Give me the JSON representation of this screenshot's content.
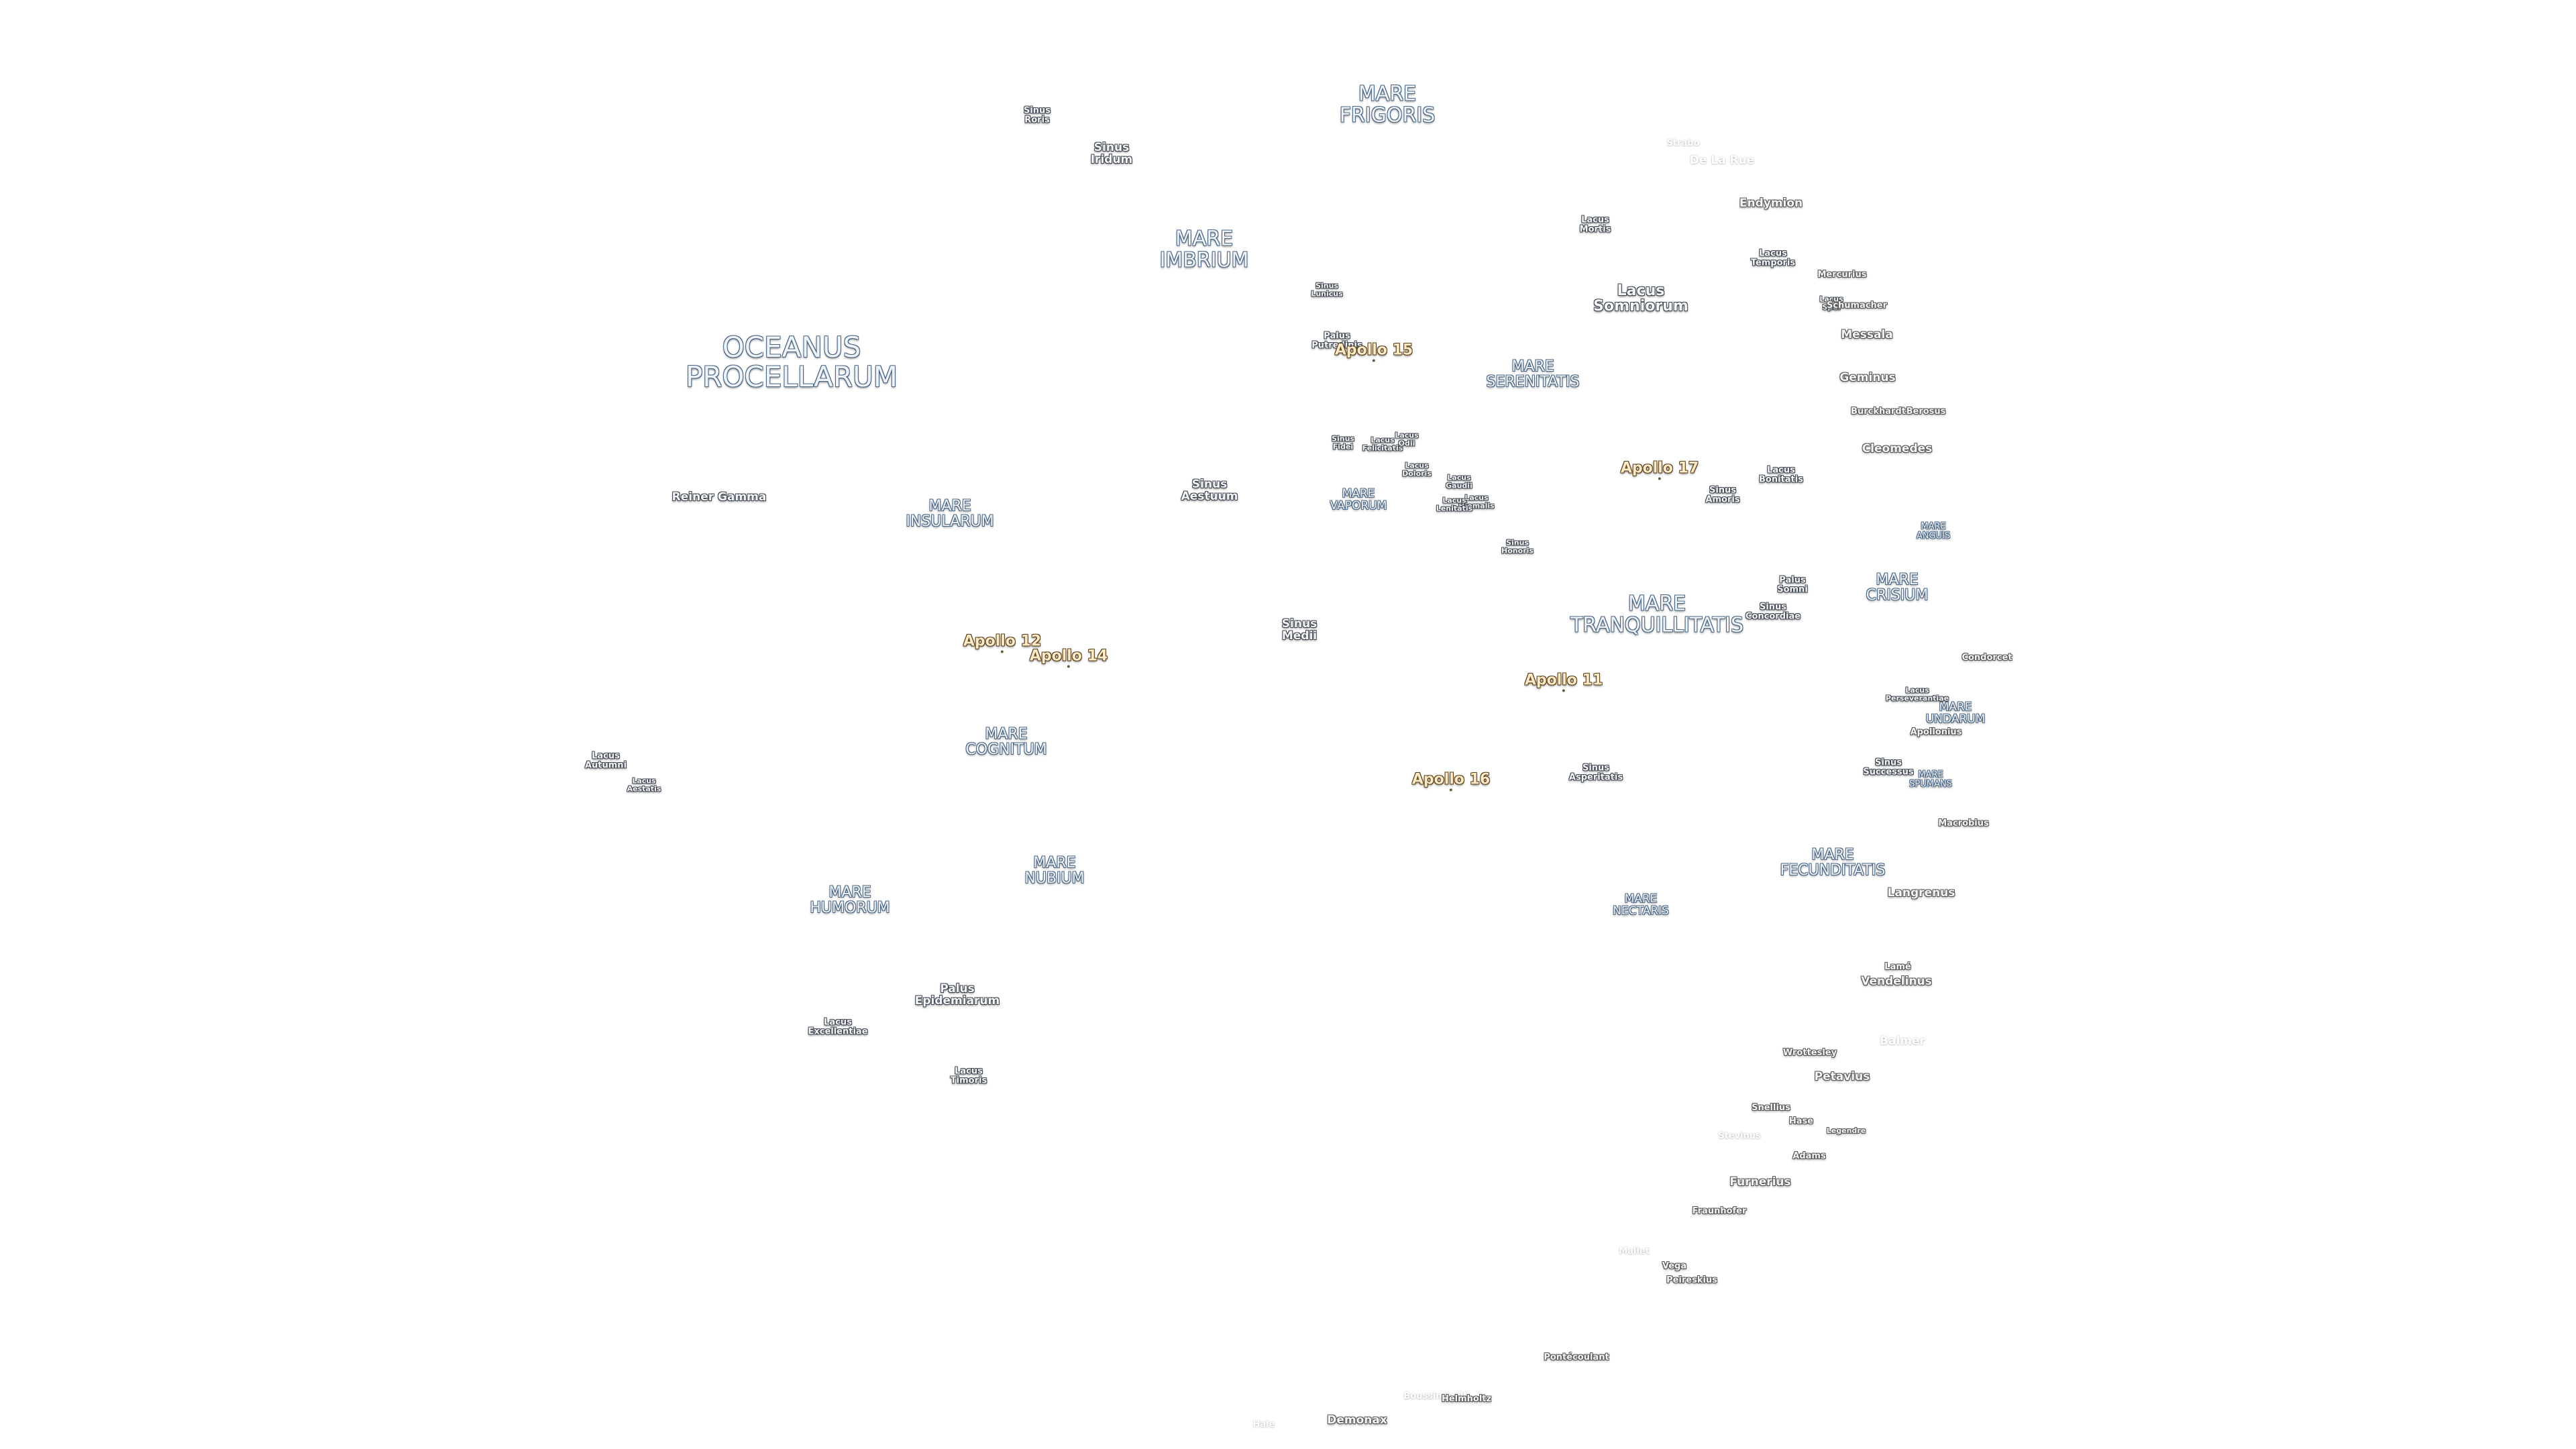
{
  "map": {
    "labels": [
      {
        "id": "oceanus-procellarum",
        "text": "OCEANUS\nPROCELLARUM",
        "kind": "mare",
        "size": "xl"
      },
      {
        "id": "mare-frigoris",
        "text": "MARE\nFRIGORIS",
        "kind": "mare",
        "size": "l"
      },
      {
        "id": "mare-imbrium",
        "text": "MARE\nIMBRIUM",
        "kind": "mare",
        "size": "l"
      },
      {
        "id": "mare-serenitatis",
        "text": "MARE\nSERENITATIS",
        "kind": "mare",
        "size": "m"
      },
      {
        "id": "mare-insularum",
        "text": "MARE\nINSULARUM",
        "kind": "mare",
        "size": "m"
      },
      {
        "id": "mare-vaporum",
        "text": "MARE\nVAPORUM",
        "kind": "mare",
        "size": "s"
      },
      {
        "id": "mare-tranquillitatis",
        "text": "MARE\nTRANQUILLITATIS",
        "kind": "mare",
        "size": "l"
      },
      {
        "id": "mare-crisium",
        "text": "MARE\nCRISIUM",
        "kind": "mare",
        "size": "m"
      },
      {
        "id": "mare-anguis",
        "text": "MARE\nANGUIS",
        "kind": "mare",
        "size": "xs"
      },
      {
        "id": "mare-undarum",
        "text": "MARE\nUNDARUM",
        "kind": "mare",
        "size": "s"
      },
      {
        "id": "mare-spumans",
        "text": "MARE\nSPUMANS",
        "kind": "mare",
        "size": "xs"
      },
      {
        "id": "mare-cognitum",
        "text": "MARE\nCOGNITUM",
        "kind": "mare",
        "size": "m"
      },
      {
        "id": "mare-nubium",
        "text": "MARE\nNUBIUM",
        "kind": "mare",
        "size": "m"
      },
      {
        "id": "mare-humorum",
        "text": "MARE\nHUMORUM",
        "kind": "mare",
        "size": "m"
      },
      {
        "id": "mare-fecunditatis",
        "text": "MARE\nFECUNDITATIS",
        "kind": "mare",
        "size": "m"
      },
      {
        "id": "mare-nectaris",
        "text": "MARE\nNECTARIS",
        "kind": "mare",
        "size": "s"
      },
      {
        "id": "sinus-roris",
        "text": "Sinus\nRoris",
        "kind": "feature",
        "size": "xs"
      },
      {
        "id": "sinus-iridum",
        "text": "Sinus\nIridum",
        "kind": "feature",
        "size": "s"
      },
      {
        "id": "sinus-lunicus",
        "text": "Sinus\nLunicus",
        "kind": "feature",
        "size": "xxs"
      },
      {
        "id": "palus-putredinis",
        "text": "Palus\nPutredinis",
        "kind": "feature",
        "size": "xs"
      },
      {
        "id": "sinus-aestuum",
        "text": "Sinus\nAestuum",
        "kind": "feature",
        "size": "s"
      },
      {
        "id": "sinus-fidei",
        "text": "Sinus\nFidei",
        "kind": "feature",
        "size": "xxs"
      },
      {
        "id": "lacus-felicitatis",
        "text": "Lacus\nFelicitatis",
        "kind": "feature",
        "size": "xxs"
      },
      {
        "id": "lacus-odii",
        "text": "Lacus\nOdii",
        "kind": "feature",
        "size": "xxs"
      },
      {
        "id": "lacus-doloris",
        "text": "Lacus\nDoloris",
        "kind": "feature",
        "size": "xxs"
      },
      {
        "id": "lacus-gaudii",
        "text": "Lacus\nGaudii",
        "kind": "feature",
        "size": "xxs"
      },
      {
        "id": "lacus-hiemalis",
        "text": "Lacus\nHiemalis",
        "kind": "feature",
        "size": "xxs"
      },
      {
        "id": "lacus-lenitatis",
        "text": "Lacus\nLenitatis",
        "kind": "feature",
        "size": "xxs"
      },
      {
        "id": "sinus-honoris",
        "text": "Sinus\nHonoris",
        "kind": "feature",
        "size": "xxs"
      },
      {
        "id": "lacus-mortis",
        "text": "Lacus\nMortis",
        "kind": "feature",
        "size": "xs"
      },
      {
        "id": "lacus-somniorum",
        "text": "Lacus\nSomniorum",
        "kind": "feature",
        "size": "m"
      },
      {
        "id": "lacus-temporis",
        "text": "Lacus\nTemporis",
        "kind": "feature",
        "size": "xs"
      },
      {
        "id": "lacus-spei",
        "text": "Lacus\nSpei",
        "kind": "feature",
        "size": "xxs"
      },
      {
        "id": "lacus-bonitatis",
        "text": "Lacus\nBonitatis",
        "kind": "feature",
        "size": "xs"
      },
      {
        "id": "sinus-amoris",
        "text": "Sinus\nAmoris",
        "kind": "feature",
        "size": "xs"
      },
      {
        "id": "palus-somni",
        "text": "Palus\nSomni",
        "kind": "feature",
        "size": "xs"
      },
      {
        "id": "sinus-concordiae",
        "text": "Sinus\nConcordiae",
        "kind": "feature",
        "size": "xs"
      },
      {
        "id": "lacus-perseverantiae",
        "text": "Lacus\nPerseverantiae",
        "kind": "feature",
        "size": "xxs"
      },
      {
        "id": "sinus-successus",
        "text": "Sinus\nSuccessus",
        "kind": "feature",
        "size": "xs"
      },
      {
        "id": "sinus-medii",
        "text": "Sinus\nMedii",
        "kind": "feature",
        "size": "s"
      },
      {
        "id": "sinus-asperitatis",
        "text": "Sinus\nAsperitatis",
        "kind": "feature",
        "size": "xs"
      },
      {
        "id": "lacus-autumni",
        "text": "Lacus\nAutumni",
        "kind": "feature",
        "size": "xs"
      },
      {
        "id": "lacus-aestatis",
        "text": "Lacus\nAestatis",
        "kind": "feature",
        "size": "xxs"
      },
      {
        "id": "palus-epidemiarum",
        "text": "Palus\nEpidemiarum",
        "kind": "feature",
        "size": "s"
      },
      {
        "id": "lacus-excellentiae",
        "text": "Lacus\nExcellentiae",
        "kind": "feature",
        "size": "xs"
      },
      {
        "id": "lacus-timoris",
        "text": "Lacus\nTimoris",
        "kind": "feature",
        "size": "xs"
      },
      {
        "id": "reiner-gamma",
        "text": "Reiner Gamma",
        "kind": "feature",
        "size": "s"
      },
      {
        "id": "apollo-15",
        "text": "Apollo 15",
        "kind": "apollo",
        "size": "m"
      },
      {
        "id": "apollo-17",
        "text": "Apollo 17",
        "kind": "apollo",
        "size": "m"
      },
      {
        "id": "apollo-12",
        "text": "Apollo 12",
        "kind": "apollo",
        "size": "m"
      },
      {
        "id": "apollo-14",
        "text": "Apollo 14",
        "kind": "apollo",
        "size": "m"
      },
      {
        "id": "apollo-11",
        "text": "Apollo 11",
        "kind": "apollo",
        "size": "m"
      },
      {
        "id": "apollo-16",
        "text": "Apollo 16",
        "kind": "apollo",
        "size": "m"
      },
      {
        "id": "strabo",
        "text": "Strabo",
        "kind": "faint",
        "size": "xs"
      },
      {
        "id": "de-la-rue",
        "text": "De La Rue",
        "kind": "faint",
        "size": "s"
      },
      {
        "id": "endymion",
        "text": "Endymion",
        "kind": "crater",
        "size": "s"
      },
      {
        "id": "mercurius",
        "text": "Mercurius",
        "kind": "crater",
        "size": "xs"
      },
      {
        "id": "schumacher",
        "text": "Schumacher",
        "kind": "crater",
        "size": "xs"
      },
      {
        "id": "messala",
        "text": "Messala",
        "kind": "crater",
        "size": "s"
      },
      {
        "id": "geminus",
        "text": "Geminus",
        "kind": "crater",
        "size": "s"
      },
      {
        "id": "burckhardt",
        "text": "Burckhardt",
        "kind": "crater",
        "size": "xs"
      },
      {
        "id": "berosus",
        "text": "Berosus",
        "kind": "crater",
        "size": "xs"
      },
      {
        "id": "cleomedes",
        "text": "Cleomedes",
        "kind": "crater",
        "size": "s"
      },
      {
        "id": "condorcet",
        "text": "Condorcet",
        "kind": "crater",
        "size": "xs"
      },
      {
        "id": "apollonius",
        "text": "Apollonius",
        "kind": "crater",
        "size": "xs"
      },
      {
        "id": "macrobius",
        "text": "Macrobius",
        "kind": "crater",
        "size": "xs"
      },
      {
        "id": "langrenus",
        "text": "Langrenus",
        "kind": "crater",
        "size": "s"
      },
      {
        "id": "lame",
        "text": "Lamé",
        "kind": "crater",
        "size": "xs"
      },
      {
        "id": "vendelinus",
        "text": "Vendelinus",
        "kind": "crater",
        "size": "s"
      },
      {
        "id": "balmer",
        "text": "Balmer",
        "kind": "faint",
        "size": "s"
      },
      {
        "id": "wrottesley",
        "text": "Wrottesley",
        "kind": "crater",
        "size": "xs"
      },
      {
        "id": "petavius",
        "text": "Petavius",
        "kind": "crater",
        "size": "s"
      },
      {
        "id": "snellius",
        "text": "Snellius",
        "kind": "crater",
        "size": "xs"
      },
      {
        "id": "hase",
        "text": "Hase",
        "kind": "crater",
        "size": "xs"
      },
      {
        "id": "legendre",
        "text": "Legendre",
        "kind": "crater",
        "size": "xxs"
      },
      {
        "id": "stevinus",
        "text": "Stevinus",
        "kind": "faint",
        "size": "xs"
      },
      {
        "id": "adams",
        "text": "Adams",
        "kind": "crater",
        "size": "xs"
      },
      {
        "id": "furnerius",
        "text": "Furnerius",
        "kind": "crater",
        "size": "s"
      },
      {
        "id": "fraunhofer",
        "text": "Fraunhofer",
        "kind": "crater",
        "size": "xs"
      },
      {
        "id": "mallet",
        "text": "Mallet",
        "kind": "faint",
        "size": "xs"
      },
      {
        "id": "vega",
        "text": "Vega",
        "kind": "crater",
        "size": "xs"
      },
      {
        "id": "peireskius",
        "text": "Peireskius",
        "kind": "crater",
        "size": "xs"
      },
      {
        "id": "pontecoulant",
        "text": "Pontécoulant",
        "kind": "crater",
        "size": "xs"
      },
      {
        "id": "boussingault",
        "text": "Boussingault",
        "kind": "faint",
        "size": "xs"
      },
      {
        "id": "helmholtz",
        "text": "Helmholtz",
        "kind": "crater",
        "size": "xs"
      },
      {
        "id": "demonax",
        "text": "Demonax",
        "kind": "crater",
        "size": "s"
      },
      {
        "id": "hale",
        "text": "Hale",
        "kind": "faint",
        "size": "xs"
      }
    ]
  }
}
